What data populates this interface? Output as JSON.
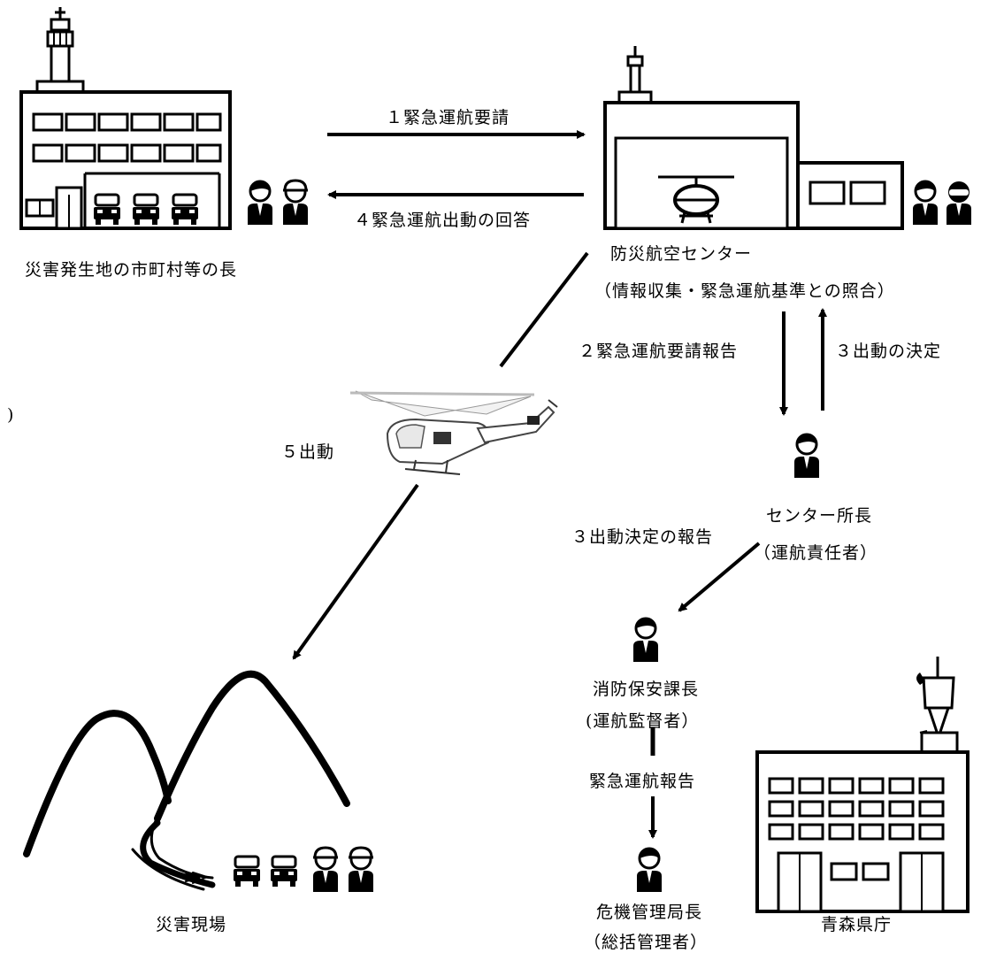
{
  "labels": {
    "city_head": "災害発生地の市町村等の長",
    "center_name": "防災航空センター",
    "center_role": "（情報収集・緊急運航基準との照合）",
    "center_chief": "センター所長",
    "center_chief_role": "（運航責任者）",
    "fire_chief": "消防保安課長",
    "fire_chief_role": "(運航監督者）",
    "crisis_chief": "危機管理局長",
    "crisis_chief_role": "（総括管理者）",
    "disaster_site": "災害現場",
    "prefecture": "青森県庁",
    "stray_paren": ")"
  },
  "arrows": {
    "step1": "１緊急運航要請",
    "step4": "４緊急運航出動の回答",
    "step2": "２緊急運航要請報告",
    "step3": "３出動の決定",
    "step3b": "３出動決定の報告",
    "step5": "５出動",
    "report": "緊急運航報告"
  }
}
